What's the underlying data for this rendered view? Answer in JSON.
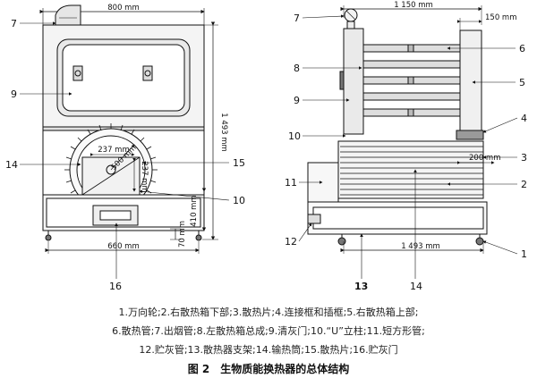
{
  "front_view": {
    "dims": {
      "width_top": "800 mm",
      "height": "1 493 mm",
      "width_bottom": "660 mm",
      "d237": "237 mm",
      "d500": "500 mm",
      "d237v": "237 mm",
      "d410": "410 mm",
      "d70": "70 mm"
    },
    "callouts": {
      "c7": "7",
      "c9": "9",
      "c14": "14",
      "c15": "15",
      "c10": "10",
      "c16": "16"
    }
  },
  "side_view": {
    "dims": {
      "width_top": "1 150 mm",
      "d150": "150 mm",
      "d200": "200 mm",
      "width_bottom": "1 493 mm"
    },
    "callouts": {
      "c7": "7",
      "c8": "8",
      "c9": "9",
      "c10": "10",
      "c11": "11",
      "c12": "12",
      "c6": "6",
      "c5": "5",
      "c4": "4",
      "c3": "3",
      "c2": "2",
      "c1": "1",
      "c13": "13",
      "c14": "14"
    }
  },
  "legend": {
    "line1": "1.万向轮;2.右散热箱下部;3.散热片;4.连接框和插框;5.右散热箱上部;",
    "line2": "6.散热管;7.出烟管;8.左散热箱总成;9.清灰门;10.“U”立柱;11.短方形管;",
    "line3": "12.贮灰管;13.散热器支架;14.输热筒;15.散热片;16.贮灰门"
  },
  "caption": "图 2　生物质能换热器的总体结构"
}
